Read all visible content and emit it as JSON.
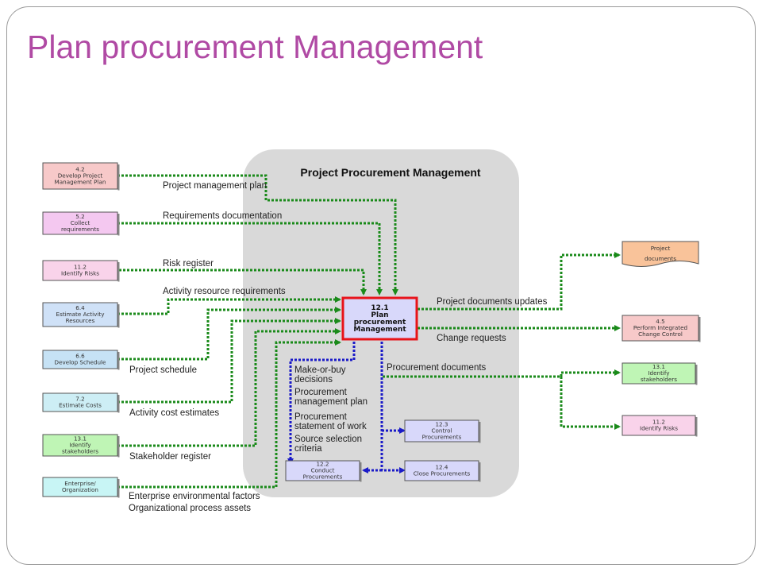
{
  "title": "Plan procurement Management",
  "region_title": "Project Procurement Management",
  "center": {
    "lines": [
      "12.1",
      "Plan",
      "procurement",
      "Management"
    ]
  },
  "inputs": [
    {
      "lines": [
        "4.2",
        "Develop Project",
        "Management Plan"
      ],
      "label": [
        "Project management plan"
      ]
    },
    {
      "lines": [
        "5.2",
        "Collect",
        "requirements"
      ],
      "label": [
        "Requirements documentation"
      ]
    },
    {
      "lines": [
        "11.2",
        "Identify Risks"
      ],
      "label": [
        "Risk register"
      ]
    },
    {
      "lines": [
        "6.4",
        "Estimate Activity",
        "Resources"
      ],
      "label": [
        "Activity  resource requirements"
      ]
    },
    {
      "lines": [
        "6.6",
        "Develop Schedule"
      ],
      "label": [
        "Project schedule"
      ]
    },
    {
      "lines": [
        "7.2",
        "Estimate Costs"
      ],
      "label": [
        "Activity  cost estimates"
      ]
    },
    {
      "lines": [
        "13.1",
        "Identify",
        "stakeholders"
      ],
      "label": [
        "Stakeholder register"
      ]
    },
    {
      "lines": [
        "Enterprise/",
        "Organization"
      ],
      "label": [
        "Enterprise environmental factors",
        "Organizational process assets"
      ]
    }
  ],
  "outputs": [
    {
      "lines": [
        "Project",
        "documents"
      ],
      "label": [
        "Project documents updates"
      ]
    },
    {
      "lines": [
        "4.5",
        "Perform Integrated",
        "Change Control"
      ],
      "label": [
        "Change requests"
      ]
    },
    {
      "lines": [
        "13.1",
        "Identify",
        "stakeholders"
      ],
      "label": [
        "Procurement documents"
      ]
    },
    {
      "lines": [
        "11.2",
        "Identify Risks"
      ],
      "label": []
    }
  ],
  "internal_outputs": [
    [
      "Make-or-buy",
      "decisions"
    ],
    [
      "Procurement",
      "management plan"
    ],
    [
      "Procurement",
      "statement of work"
    ],
    [
      "Source selection",
      "criteria"
    ]
  ],
  "internal_targets": [
    {
      "lines": [
        "12.3",
        "Control",
        "Procurements"
      ]
    },
    {
      "lines": [
        "12.2",
        "Conduct",
        "Procurements"
      ]
    },
    {
      "lines": [
        "12.4",
        "Close Procurements"
      ]
    }
  ],
  "colors": {
    "title": "#b04aa4",
    "integration": "#f7c9c9",
    "scope": "#f4c8f0",
    "risk": "#f9d3ea",
    "time": "#cfe1f7",
    "schedule": "#c6e2f5",
    "cost": "#cdeef5",
    "stakeholder": "#bff5b5",
    "enterprise": "#c8f5f5",
    "procurement": "#d8d8fa",
    "documents": "#f9c39a",
    "region": "#d9d9d9",
    "center_border": "#e8141a",
    "green_flow": "#1a8a1a",
    "blue_flow": "#1a1ac8"
  }
}
